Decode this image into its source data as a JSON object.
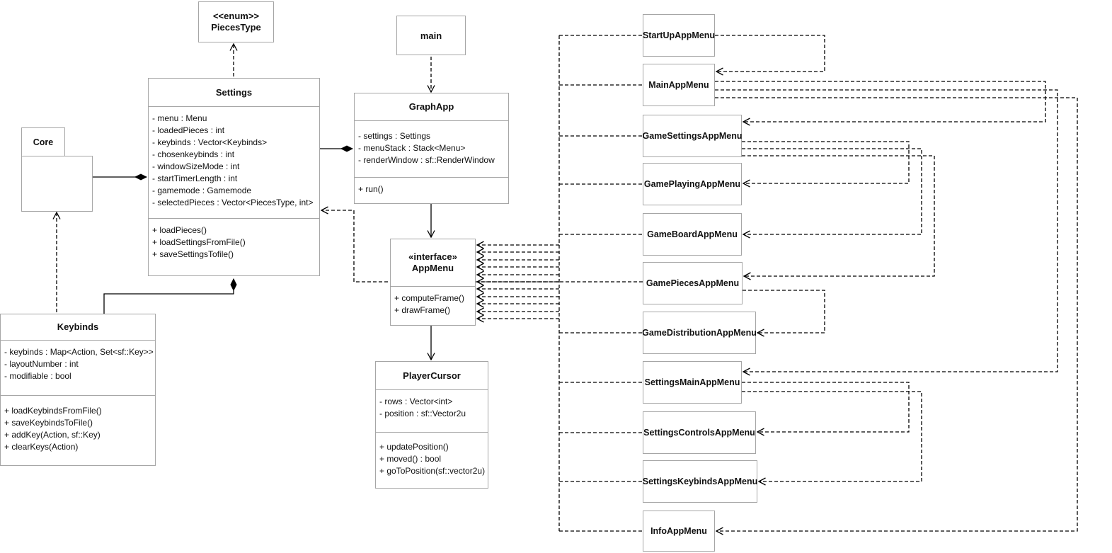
{
  "colors": {
    "box_border": "#a6a6a6",
    "line": "#000000",
    "background": "#ffffff",
    "text": "#111111"
  },
  "classes": {
    "piecesType": {
      "stereotype": "<<enum>>",
      "name": "PiecesType"
    },
    "core": {
      "name": "Core"
    },
    "settings": {
      "name": "Settings",
      "attrs": [
        "- menu : Menu",
        "- loadedPieces : int",
        "- keybinds : Vector<Keybinds>",
        "- chosenkeybinds : int",
        "- windowSizeMode : int",
        "- startTimerLength : int",
        "- gamemode : Gamemode",
        "- selectedPieces : Vector<PiecesType, int>"
      ],
      "methods": [
        "+ loadPieces()",
        "+ loadSettingsFromFile()",
        "+ saveSettingsTofile()"
      ]
    },
    "keybinds": {
      "name": "Keybinds",
      "attrs": [
        "- keybinds : Map<Action, Set<sf::Key>>",
        "- layoutNumber : int",
        "- modifiable : bool"
      ],
      "methods": [
        "+ loadKeybindsFromFile()",
        "+ saveKeybindsToFile()",
        "+ addKey(Action, sf::Key)",
        "+ clearKeys(Action)"
      ]
    },
    "main": {
      "name": "main"
    },
    "graphApp": {
      "name": "GraphApp",
      "attrs": [
        "- settings : Settings",
        "- menuStack : Stack<Menu>",
        "- renderWindow : sf::RenderWindow"
      ],
      "methods": [
        "+ run()"
      ]
    },
    "appMenu": {
      "stereotype": "«interface»",
      "name": "AppMenu",
      "methods": [
        "+ computeFrame()",
        "+ drawFrame()"
      ]
    },
    "playerCursor": {
      "name": "PlayerCursor",
      "attrs": [
        "- rows : Vector<int>",
        "- position : sf::Vector2u"
      ],
      "methods": [
        "+ updatePosition()",
        "+ moved() : bool",
        "+ goToPosition(sf::vector2u)"
      ]
    }
  },
  "menus": [
    {
      "label": "StartUpAppMenu"
    },
    {
      "label": "MainAppMenu"
    },
    {
      "label": "GameSettingsAppMenu"
    },
    {
      "label": "GamePlayingAppMenu"
    },
    {
      "label": "GameBoardAppMenu"
    },
    {
      "label": "GamePiecesAppMenu"
    },
    {
      "label": "GameDistributionAppMenu"
    },
    {
      "label": "SettingsMainAppMenu"
    },
    {
      "label": "SettingsControlsAppMenu"
    },
    {
      "label": "SettingsKeybindsAppMenu"
    },
    {
      "label": "InfoAppMenu"
    }
  ]
}
